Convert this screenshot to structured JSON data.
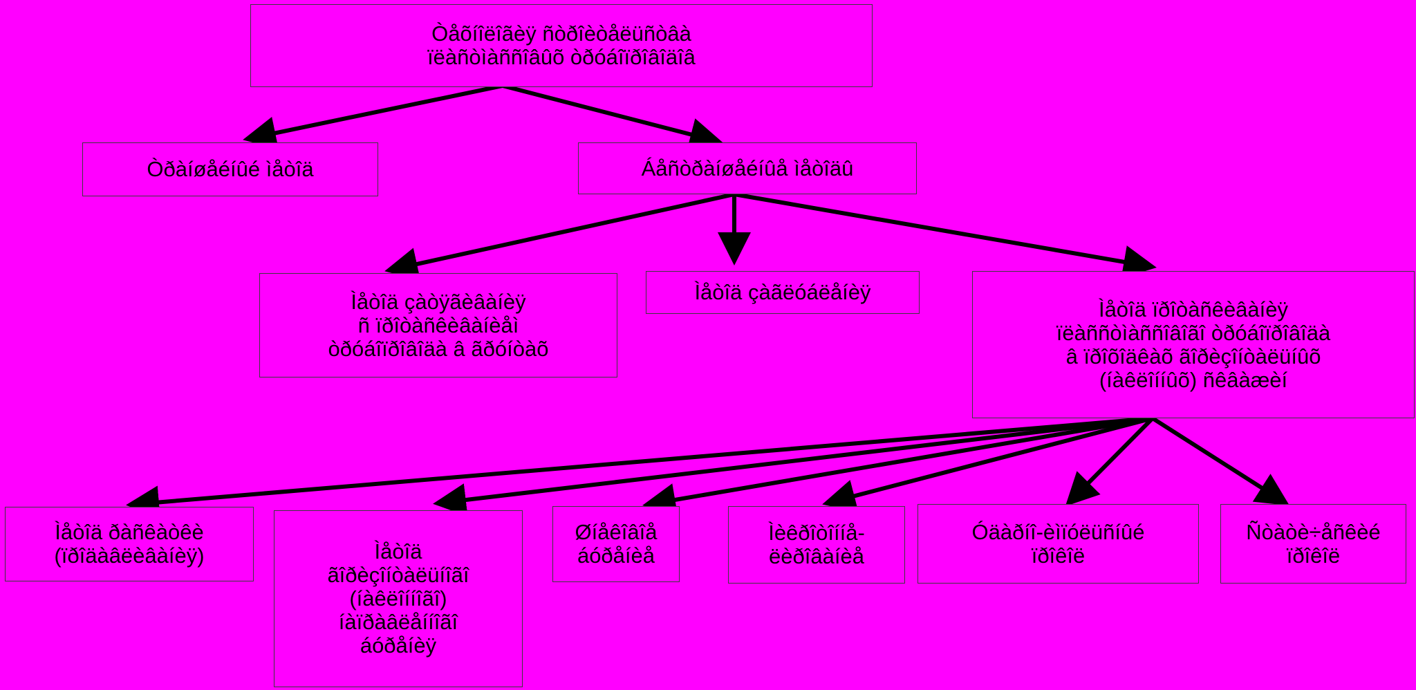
{
  "colors": {
    "background": "#ff00ff",
    "line": "#000000",
    "text": "#000000"
  },
  "nodes": {
    "root": "Òåõíîëîãèÿ ñòðîèòåëüñòâà\nïëàñòìàññîâûõ òðóáîïðîâîäîâ",
    "trench": "Òðàíøåéíûé ìåòîä",
    "trenchless": "Áåñòðàíøåéíûå ìåòîäû",
    "shell": "Ìåòîä çàòÿãèâàíèÿ\nñ ïðîòàñêèâàíèåì\nòðóáîïðîâîäà â ãðóíòàõ",
    "pull": "Ìåòîä çàãëóáëåíèÿ",
    "thread": "Ìåòîä ïðîòàñêèâàíèÿ\nïëàññòìàññîâîãî òðóáîïðîâîäà\nâ ïðîõîäêàõ ãîðèçîíòàëüíûõ\n(íàêëîííûõ) ñêâàæèí",
    "expand": "Ìåòîä ðàñêàòêè\n(ïðîäàâëèâàíèÿ)",
    "directional": "Ìåòîä\nãîðèçîíòàëüíîãî\n(íàêëîííîãî)\níàïðàâëåííîãî\náóðåíèÿ",
    "shield": "Øíåêîâîå\náóðåíèå",
    "microtunnel": "Ìèêðîòîííå-\nëèðîâàíèå",
    "burst": "Óäàðíî-èìïóëüñíûé\nïðîêîë",
    "static": "Ñòàòè÷åñêèé\nïðîêîë"
  }
}
